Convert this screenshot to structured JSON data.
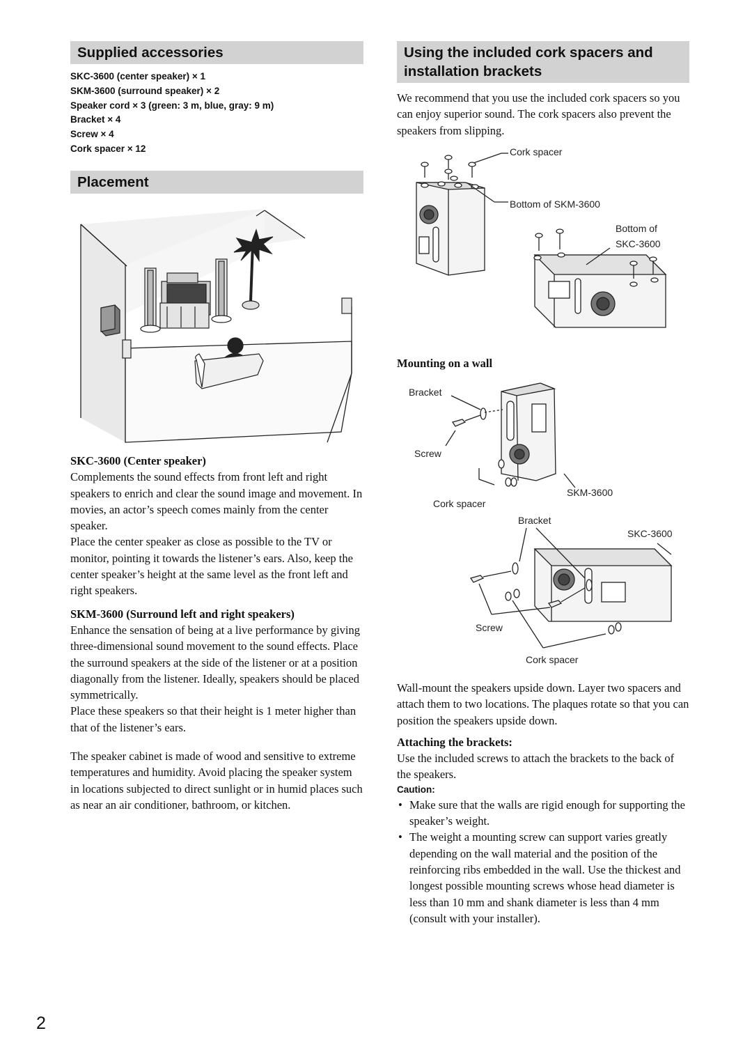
{
  "page_number": "2",
  "supplied": {
    "title": "Supplied accessories",
    "items": [
      "SKC-3600 (center speaker) × 1",
      "SKM-3600 (surround speaker) × 2",
      "Speaker cord × 3 (green: 3 m, blue, gray: 9 m)",
      "Bracket × 4",
      "Screw × 4",
      "Cork spacer × 12"
    ]
  },
  "placement": {
    "title": "Placement",
    "center_heading": "SKC-3600 (Center speaker)",
    "center_p1": "Complements the sound effects from front left and right speakers to enrich and clear the sound image and movement. In movies, an actor’s speech comes mainly from the center speaker.",
    "center_p2": "Place the center speaker as close as possible to the TV or monitor, pointing it towards the listener’s ears. Also, keep the center speaker’s height at the same level as the front left and right speakers.",
    "surround_heading": "SKM-3600 (Surround left and right speakers)",
    "surround_p1": "Enhance the sensation of being at a live performance by giving three-dimensional sound movement to the sound effects. Place the surround speakers at the side of the listener or at a position diagonally from the listener. Ideally, speakers should be placed symmetrically.",
    "surround_p2": "Place these speakers so that their height is 1 meter higher than that of the listener’s ears.",
    "cabinet_p": "The speaker cabinet is made of wood and sensitive to extreme temperatures and humidity. Avoid placing the speaker system in locations subjected to direct sunlight or in humid places such as near an air conditioner, bathroom, or kitchen."
  },
  "cork": {
    "title": "Using the included cork spacers and installation brackets",
    "intro": "We recommend that you use the included cork spacers so you can enjoy superior sound. The cork spacers also prevent the speakers from slipping.",
    "fig1": {
      "cork_spacer": "Cork spacer",
      "bottom_skm": "Bottom of SKM-3600",
      "bottom_skc_1": "Bottom of",
      "bottom_skc_2": "SKC-3600"
    },
    "wall_heading": "Mounting on a wall",
    "fig2": {
      "bracket": "Bracket",
      "screw": "Screw",
      "cork_spacer": "Cork spacer",
      "skm": "SKM-3600",
      "bracket2": "Bracket",
      "skc": "SKC-3600",
      "screw2": "Screw",
      "cork_spacer2": "Cork spacer"
    },
    "wall_p": "Wall-mount the speakers upside down. Layer two spacers and attach them to two locations. The plaques rotate so that you can position the speakers upside down.",
    "brackets_heading": "Attaching the brackets:",
    "brackets_p": "Use the included screws to attach the brackets to the back of the speakers.",
    "caution_label": "Caution:",
    "caution_items": [
      "Make sure that the walls are rigid enough for supporting the speaker’s weight.",
      "The weight a mounting screw can support varies greatly depending on the wall material and the position of the reinforcing ribs embedded in the wall. Use the thickest and longest possible mounting screws whose head diameter is less than 10 mm and shank diameter is less than 4 mm (consult with your installer)."
    ]
  }
}
